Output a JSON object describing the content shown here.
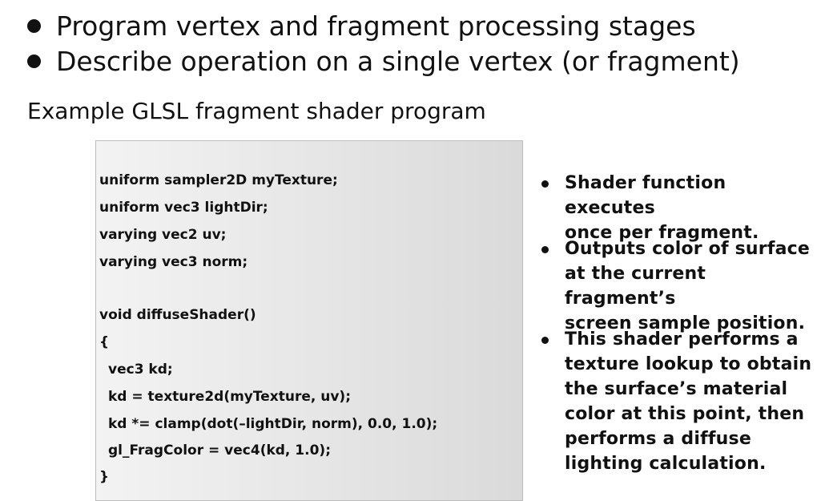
{
  "slide": {
    "bullets": [
      "Program vertex and fragment processing stages",
      "Describe operation on a single vertex (or fragment)"
    ],
    "subtitle": "Example GLSL fragment shader program",
    "code_lines": [
      "uniform sampler2D myTexture;",
      "uniform vec3 lightDir;",
      "varying vec2 uv;",
      "varying vec3 norm;",
      "void diffuseShader()",
      "{",
      "vec3 kd;",
      "kd = texture2d(myTexture, uv);",
      "kd *= clamp(dot(–lightDir, norm), 0.0, 1.0);",
      "gl_FragColor = vec4(kd, 1.0);",
      "}"
    ],
    "notes": [
      {
        "lines": [
          "Shader function executes",
          "once per fragment."
        ]
      },
      {
        "lines": [
          "Outputs color of surface",
          "at the current fragment’s",
          "screen sample position."
        ]
      },
      {
        "lines": [
          "This shader performs a",
          "texture lookup to obtain",
          "the surface’s material",
          "color at this point, then",
          "performs a diffuse",
          "lighting calculation."
        ]
      }
    ]
  }
}
